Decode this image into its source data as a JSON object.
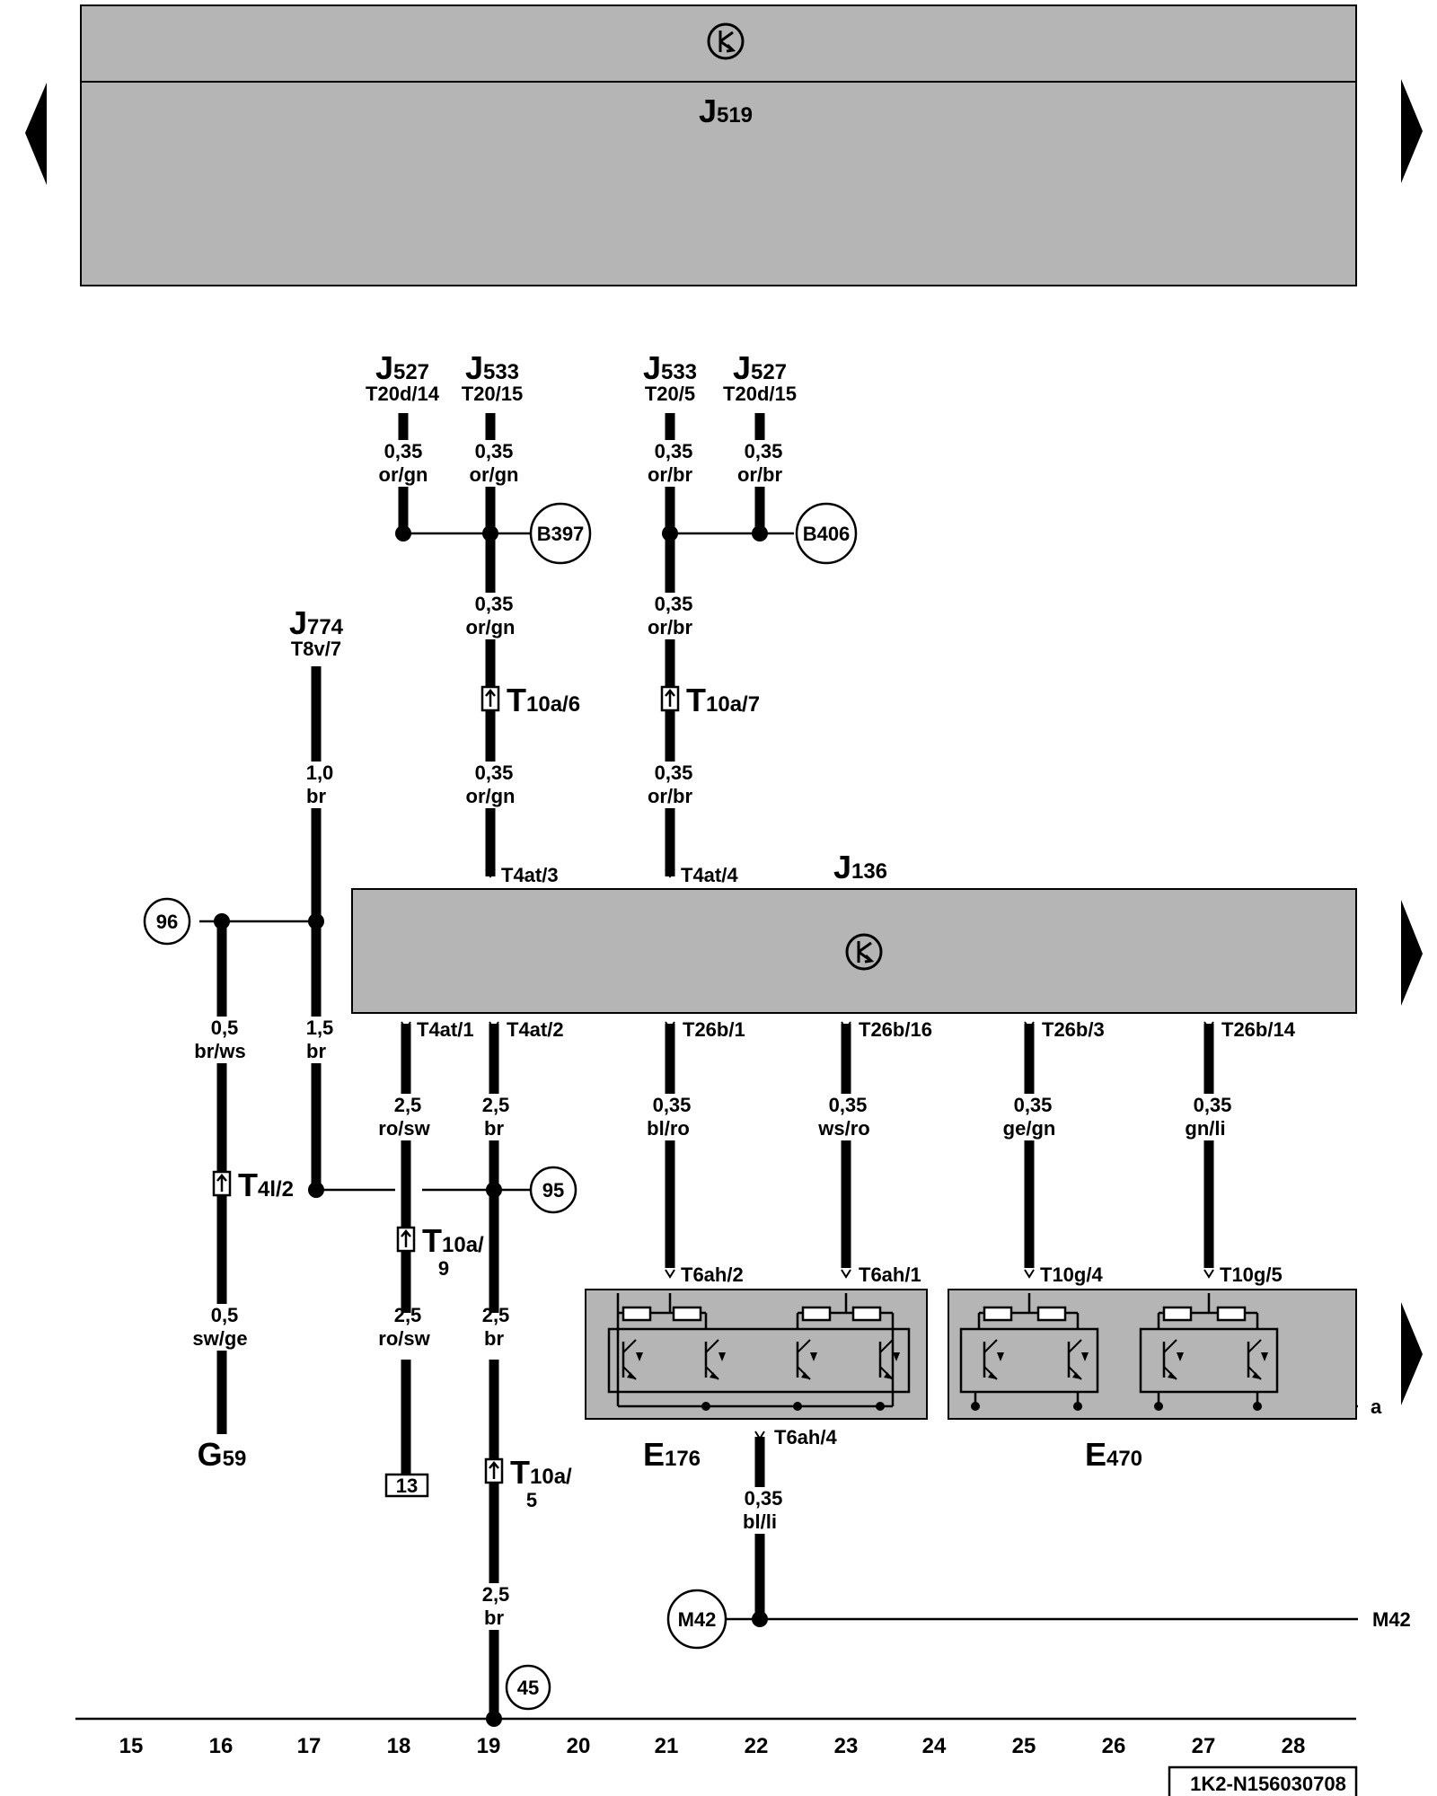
{
  "modules": {
    "top": {
      "letter": "J",
      "sub": "519"
    },
    "j136": {
      "letter": "J",
      "sub": "136"
    },
    "e176": {
      "letter": "E",
      "sub": "176"
    },
    "e470": {
      "letter": "E",
      "sub": "470"
    },
    "g59": {
      "letter": "G",
      "sub": "59"
    }
  },
  "top_refs": [
    {
      "letter": "J",
      "sub": "527",
      "pin": "T20d/14"
    },
    {
      "letter": "J",
      "sub": "533",
      "pin": "T20/15"
    },
    {
      "letter": "J",
      "sub": "533",
      "pin": "T20/5"
    },
    {
      "letter": "J",
      "sub": "527",
      "pin": "T20d/15"
    },
    {
      "letter": "J",
      "sub": "774",
      "pin": "T8v/7"
    }
  ],
  "wires": [
    {
      "size": "0,35",
      "color": "or/gn"
    },
    {
      "size": "0,35",
      "color": "or/gn"
    },
    {
      "size": "0,35",
      "color": "or/br"
    },
    {
      "size": "0,35",
      "color": "or/br"
    },
    {
      "size": "0,35",
      "color": "or/gn"
    },
    {
      "size": "0,35",
      "color": "or/br"
    },
    {
      "size": "0,35",
      "color": "or/gn"
    },
    {
      "size": "0,35",
      "color": "or/br"
    },
    {
      "size": "1,0",
      "color": "br"
    },
    {
      "size": "0,5",
      "color": "br/ws"
    },
    {
      "size": "1,5",
      "color": "br"
    },
    {
      "size": "2,5",
      "color": "ro/sw"
    },
    {
      "size": "2,5",
      "color": "br"
    },
    {
      "size": "0,35",
      "color": "bl/ro"
    },
    {
      "size": "0,35",
      "color": "ws/ro"
    },
    {
      "size": "0,35",
      "color": "ge/gn"
    },
    {
      "size": "0,35",
      "color": "gn/li"
    },
    {
      "size": "0,5",
      "color": "sw/ge"
    },
    {
      "size": "2,5",
      "color": "ro/sw"
    },
    {
      "size": "2,5",
      "color": "br"
    },
    {
      "size": "0,35",
      "color": "bl/li"
    },
    {
      "size": "2,5",
      "color": "br"
    }
  ],
  "connectors": [
    {
      "letter": "T",
      "rest": "10a/6"
    },
    {
      "letter": "T",
      "rest": "10a/7"
    },
    {
      "letter": "T",
      "rest": "4l/2"
    },
    {
      "letter": "T",
      "rest": "10a/",
      "second": "9"
    },
    {
      "letter": "T",
      "rest": "10a/",
      "second": "5"
    }
  ],
  "pins": [
    "T4at/3",
    "T4at/4",
    "T4at/1",
    "T4at/2",
    "T26b/1",
    "T26b/16",
    "T26b/3",
    "T26b/14",
    "T6ah/2",
    "T6ah/1",
    "T10g/4",
    "T10g/5",
    "T6ah/4"
  ],
  "nodes": [
    "B397",
    "B406",
    "96",
    "95",
    "M42",
    "45"
  ],
  "box_ref": "13",
  "edge_labels": {
    "a": "a",
    "m42": "M42"
  },
  "columns": [
    "15",
    "16",
    "17",
    "18",
    "19",
    "20",
    "21",
    "22",
    "23",
    "24",
    "25",
    "26",
    "27",
    "28"
  ],
  "doc_id": "1K2-N156030708",
  "colors": {
    "module_fill": "#b5b5b5",
    "ink": "#000000"
  }
}
